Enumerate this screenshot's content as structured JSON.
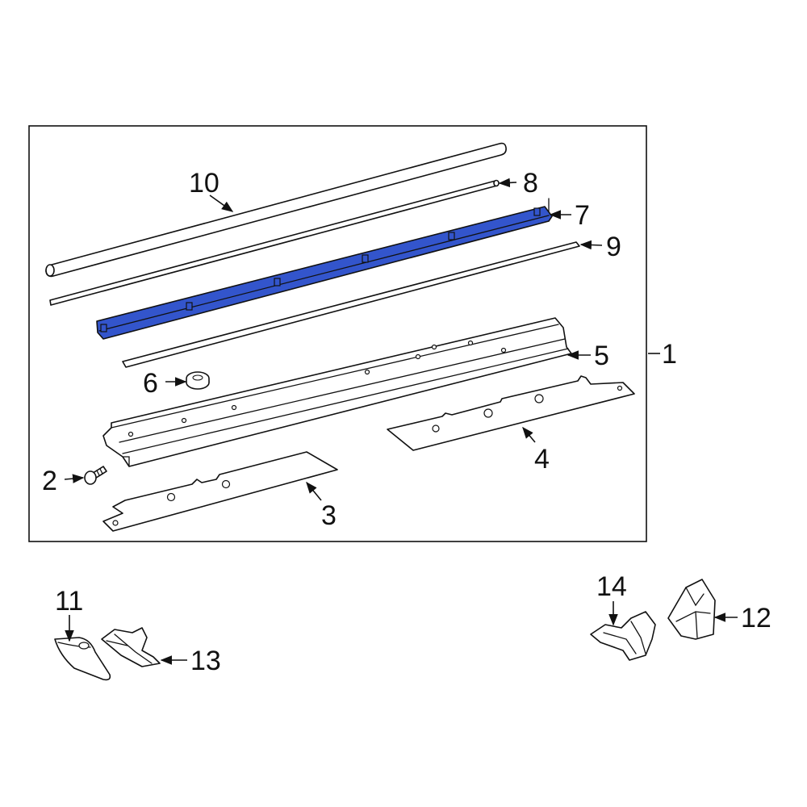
{
  "colors": {
    "highlight": "#3355CC",
    "highlight_dark": "#1E3A9E",
    "line": "#111111",
    "background": "#FFFFFF"
  },
  "callouts": {
    "c1": "1",
    "c2": "2",
    "c3": "3",
    "c4": "4",
    "c5": "5",
    "c6": "6",
    "c7": "7",
    "c8": "8",
    "c9": "9",
    "c10": "10",
    "c11": "11",
    "c12": "12",
    "c13": "13",
    "c14": "14"
  },
  "highlighted_part": "7"
}
